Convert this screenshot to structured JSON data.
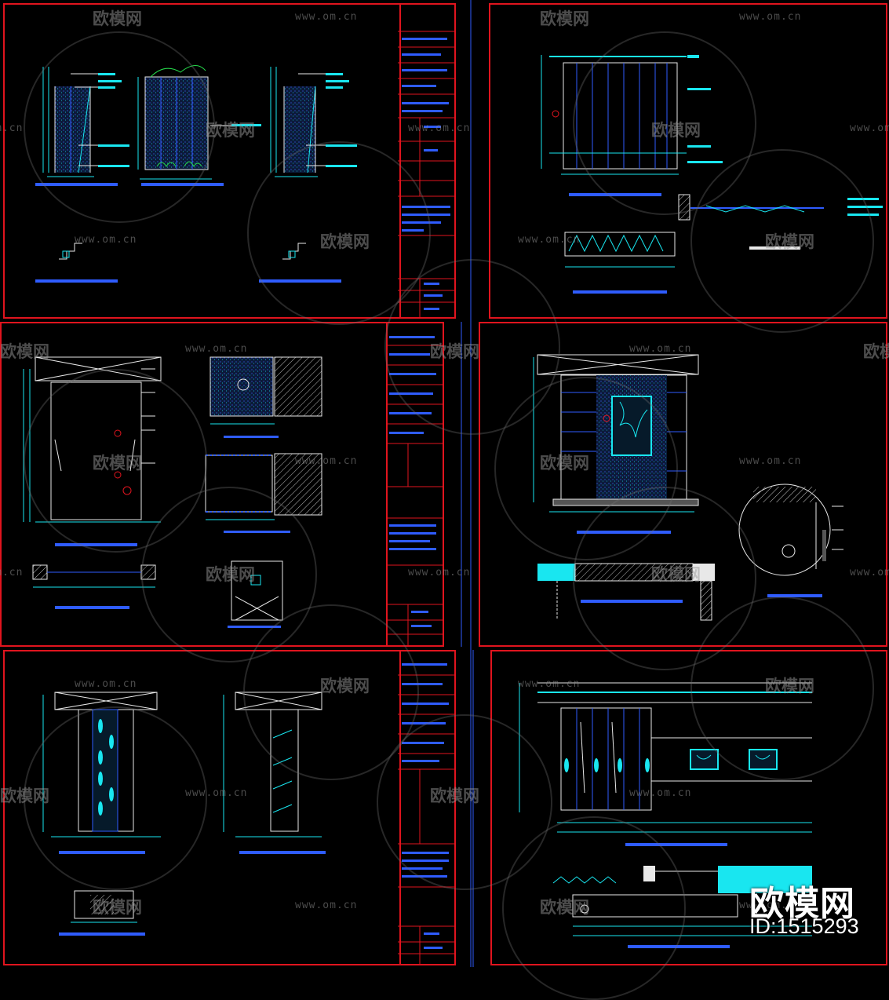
{
  "watermark": {
    "logo_text": "欧模网",
    "url_text": "www.om.cn",
    "url_text_partial": "www.om.cn"
  },
  "brand": {
    "name": "欧模网",
    "id_label": "ID:1515293"
  },
  "colors": {
    "sheet_border": "#e0141e",
    "line_cyan": "#19e6f0",
    "line_blue": "#2f5cff",
    "line_white": "#e8e8e8",
    "line_green": "#25d84a",
    "background": "#000000"
  },
  "sheets": [
    {
      "id": "top-left",
      "drawings": 5
    },
    {
      "id": "top-right",
      "drawings": 4
    },
    {
      "id": "middle-left",
      "drawings": 5
    },
    {
      "id": "middle-right",
      "drawings": 3
    },
    {
      "id": "bottom-left",
      "drawings": 3
    },
    {
      "id": "bottom-right",
      "drawings": 2
    }
  ]
}
